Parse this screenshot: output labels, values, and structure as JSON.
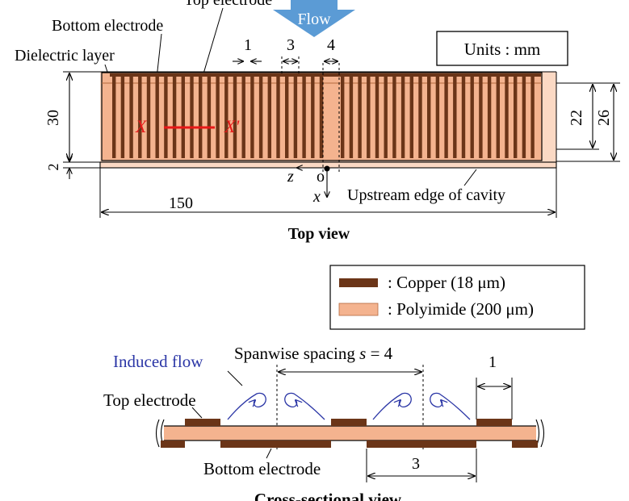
{
  "colors": {
    "copper": "#6b3518",
    "polyimide": "#f4b38f",
    "polyimide_light": "#fbd9c4",
    "flow_arrow": "#5b9bd5",
    "induced": "#2b36a6",
    "marker_red": "#e81818"
  },
  "top_view": {
    "flow_label": "Flow",
    "top_electrode_label": "Top electrode",
    "bottom_electrode_label": "Bottom electrode",
    "dielectric_label": "Dielectric layer",
    "units_label": "Units : mm",
    "dim_1": "1",
    "dim_3": "3",
    "dim_4": "4",
    "dim_30": "30",
    "dim_2": "2",
    "dim_22": "22",
    "dim_26": "26",
    "dim_150": "150",
    "marker_x": "X",
    "marker_x_prime": "X'",
    "axis_z": "z",
    "axis_o": "o",
    "axis_x": "x",
    "cavity_label": "Upstream edge of cavity",
    "caption": "Top view"
  },
  "legend": {
    "copper": ": Copper (18 μm)",
    "polyimide": ": Polyimide (200 μm)"
  },
  "cross_section": {
    "induced_flow": "Induced flow",
    "spacing_label_prefix": "Spanwise spacing ",
    "spacing_var": "s",
    "spacing_value": " = 4",
    "dim_1": "1",
    "dim_3": "3",
    "top_electrode_label": "Top electrode",
    "bottom_electrode_label": "Bottom electrode",
    "caption": "Cross-sectional view"
  }
}
